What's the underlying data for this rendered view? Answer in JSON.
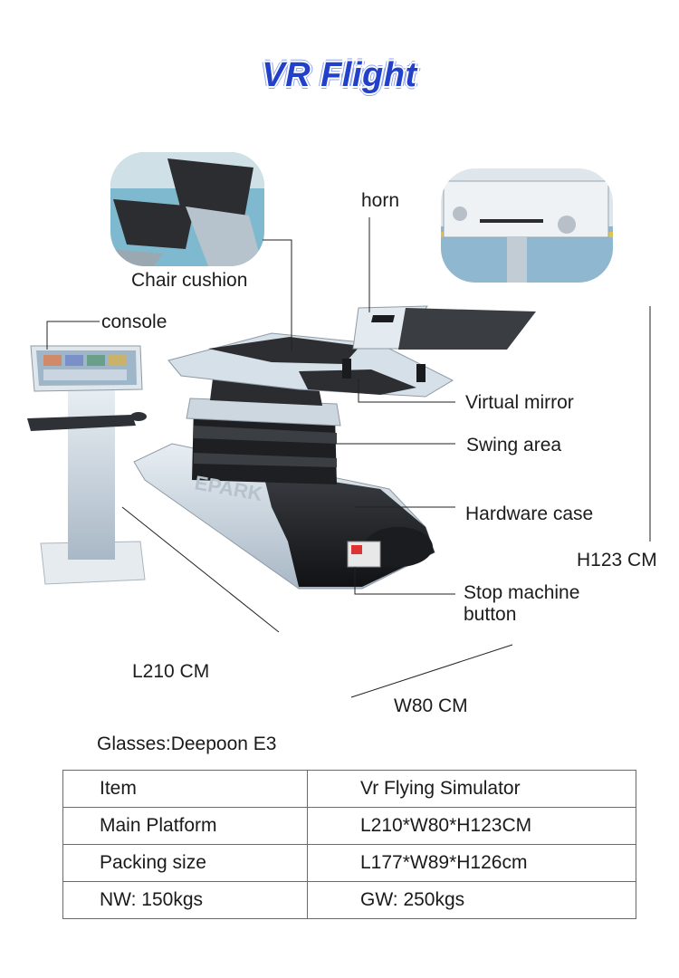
{
  "title": "VR Flight",
  "callouts": {
    "horn": "horn",
    "chair_cushion": "Chair cushion",
    "console": "console",
    "virtual_mirror": "Virtual mirror",
    "swing_area": "Swing area",
    "hardware_case": "Hardware case",
    "stop_line1": "Stop machine",
    "stop_line2": "button"
  },
  "dimensions": {
    "height": "H123 CM",
    "length": "L210 CM",
    "width": "W80 CM"
  },
  "glasses": "Glasses:Deepoon E3",
  "spec_table": [
    [
      "Item",
      "Vr Flying Simulator"
    ],
    [
      "Main Platform",
      "L210*W80*H123CM"
    ],
    [
      "Packing size",
      "L177*W89*H126cm"
    ],
    [
      "NW: 150kgs",
      "GW: 250kgs"
    ]
  ],
  "colors": {
    "title": "#2340c8",
    "machine_body": "#c9d6e2",
    "machine_dark": "#1f2124",
    "background": "#ffffff"
  }
}
